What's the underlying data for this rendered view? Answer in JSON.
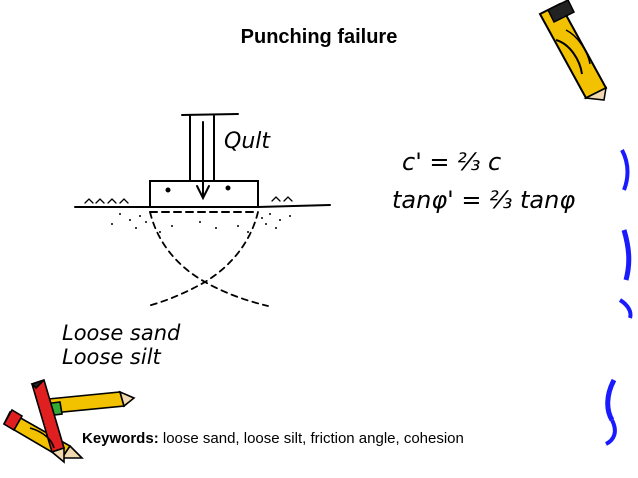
{
  "slide": {
    "title": "Punching failure",
    "diagram": {
      "load_label": "Qult",
      "soil_label_1": "Loose sand",
      "soil_label_2": "Loose silt"
    },
    "equations": {
      "line1": "c' = ⅔ c",
      "line2": "tanφ' = ⅔ tanφ"
    },
    "keywords": {
      "label": "Keywords:",
      "text": "loose sand, loose silt, friction angle, cohesion"
    },
    "decor": {
      "pencil_icon": "pencil-icon",
      "crayons_icon": "crayons-icon",
      "accent_yellow": "#f2c200",
      "accent_red": "#e02020",
      "accent_blue": "#1a1aff"
    }
  }
}
